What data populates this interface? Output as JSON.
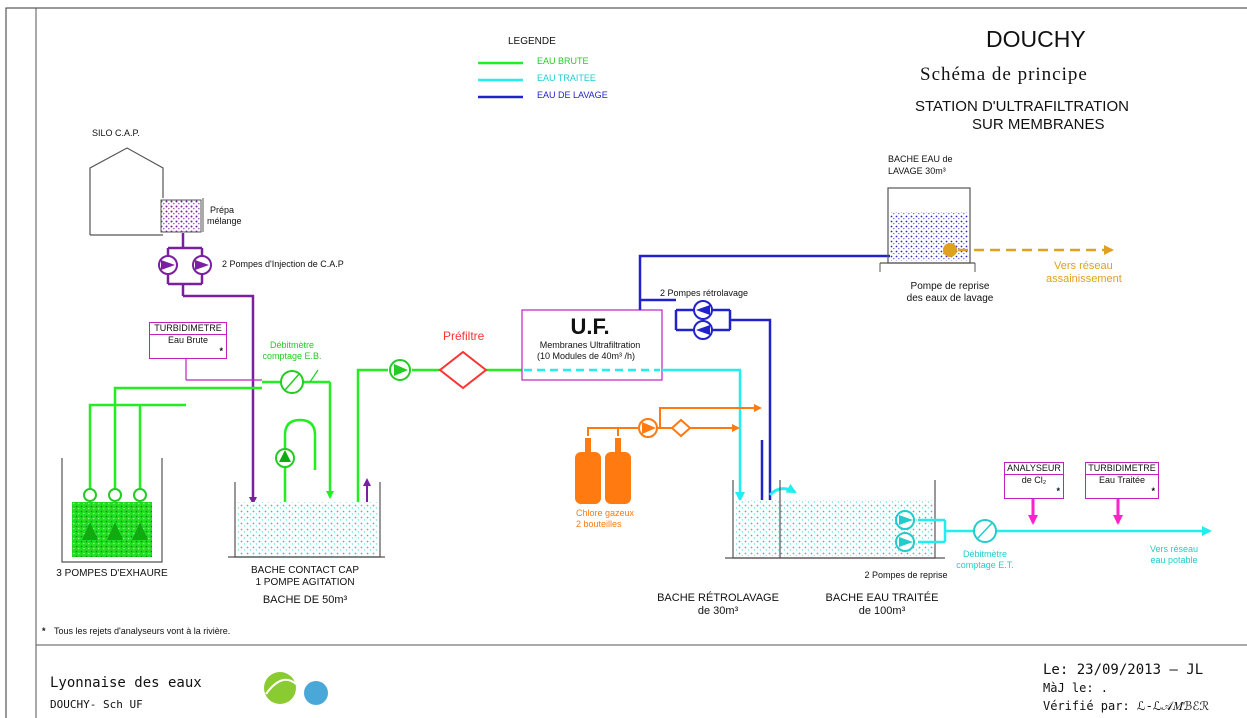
{
  "header": {
    "title": "DOUCHY",
    "subtitle": "Schéma de principe",
    "heading_line1": "STATION D'ULTRAFILTRATION",
    "heading_line2": "SUR MEMBRANES"
  },
  "legend": {
    "title": "LEGENDE",
    "items": [
      {
        "label": "EAU BRUTE",
        "color": "#22ee22"
      },
      {
        "label": "EAU TRAITEE",
        "color": "#22eeee"
      },
      {
        "label": "EAU DE LAVAGE",
        "color": "#2222cc"
      }
    ]
  },
  "colors": {
    "raw": "#22ee22",
    "treated": "#22eeee",
    "wash": "#2222cc",
    "cap": "#7a1fa0",
    "chlorine": "#ff7a10",
    "drain": "#e0a020",
    "instrument": "#c020c0"
  },
  "labels": {
    "silo": "SILO C.A.P.",
    "prepa1": "Prépa",
    "prepa2": "mélange",
    "cap_pumps": "2 Pompes d'Injection de C.A.P",
    "turbidimeter_raw_title": "TURBIDIMETRE",
    "turbidimeter_raw_sub": "Eau Brute",
    "debitmeter_raw1": "Débitmètre",
    "debitmeter_raw2": "comptage E.B.",
    "prefilter": "Préfiltre",
    "uf_title": "U.F.",
    "uf_sub1": "Membranes Ultrafiltration",
    "uf_sub2": "(10 Modules de 40m³ /h)",
    "backwash_pumps": "2 Pompes rétrolavage",
    "wash_tank1": "BACHE EAU de",
    "wash_tank2": "LAVAGE 30m³",
    "wash_pump1": "Pompe de reprise",
    "wash_pump2": "des eaux de lavage",
    "sewer1": "Vers réseau",
    "sewer2": "assainissement",
    "chlorine1": "Chlore gazeux",
    "chlorine2": "2 bouteilles",
    "analyser_title": "ANALYSEUR",
    "analyser_sub": "de Cl₂",
    "turbidimeter_treated_title": "TURBIDIMETRE",
    "turbidimeter_treated_sub": "Eau Traitée",
    "debitmeter_treated1": "Débitmètre",
    "debitmeter_treated2": "comptage E.T.",
    "potable1": "Vers réseau",
    "potable2": "eau potable",
    "exhaure": "3 POMPES D'EXHAURE",
    "contact1": "BACHE CONTACT CAP",
    "contact2": "1 POMPE AGITATION",
    "contact3": "BACHE DE 50m³",
    "retro1": "BACHE RÉTROLAVAGE",
    "retro2": "de 30m³",
    "treated_tank1": "BACHE EAU TRAITÉE",
    "treated_tank2": "de 100m³",
    "reprise_pumps": "2 Pompes de reprise",
    "star": "*",
    "footnote": "Tous les rejets d'analyseurs vont à la rivière."
  },
  "footer": {
    "company": "Lyonnaise des eaux",
    "drawing_ref": "DOUCHY- Sch UF",
    "date_line": "Le: 23/09/2013 – JL",
    "update_line": "MàJ le: .",
    "verified_line": "Vérifié par: ℒ-ℒ𝒜𝑀ℬℰℛ"
  }
}
